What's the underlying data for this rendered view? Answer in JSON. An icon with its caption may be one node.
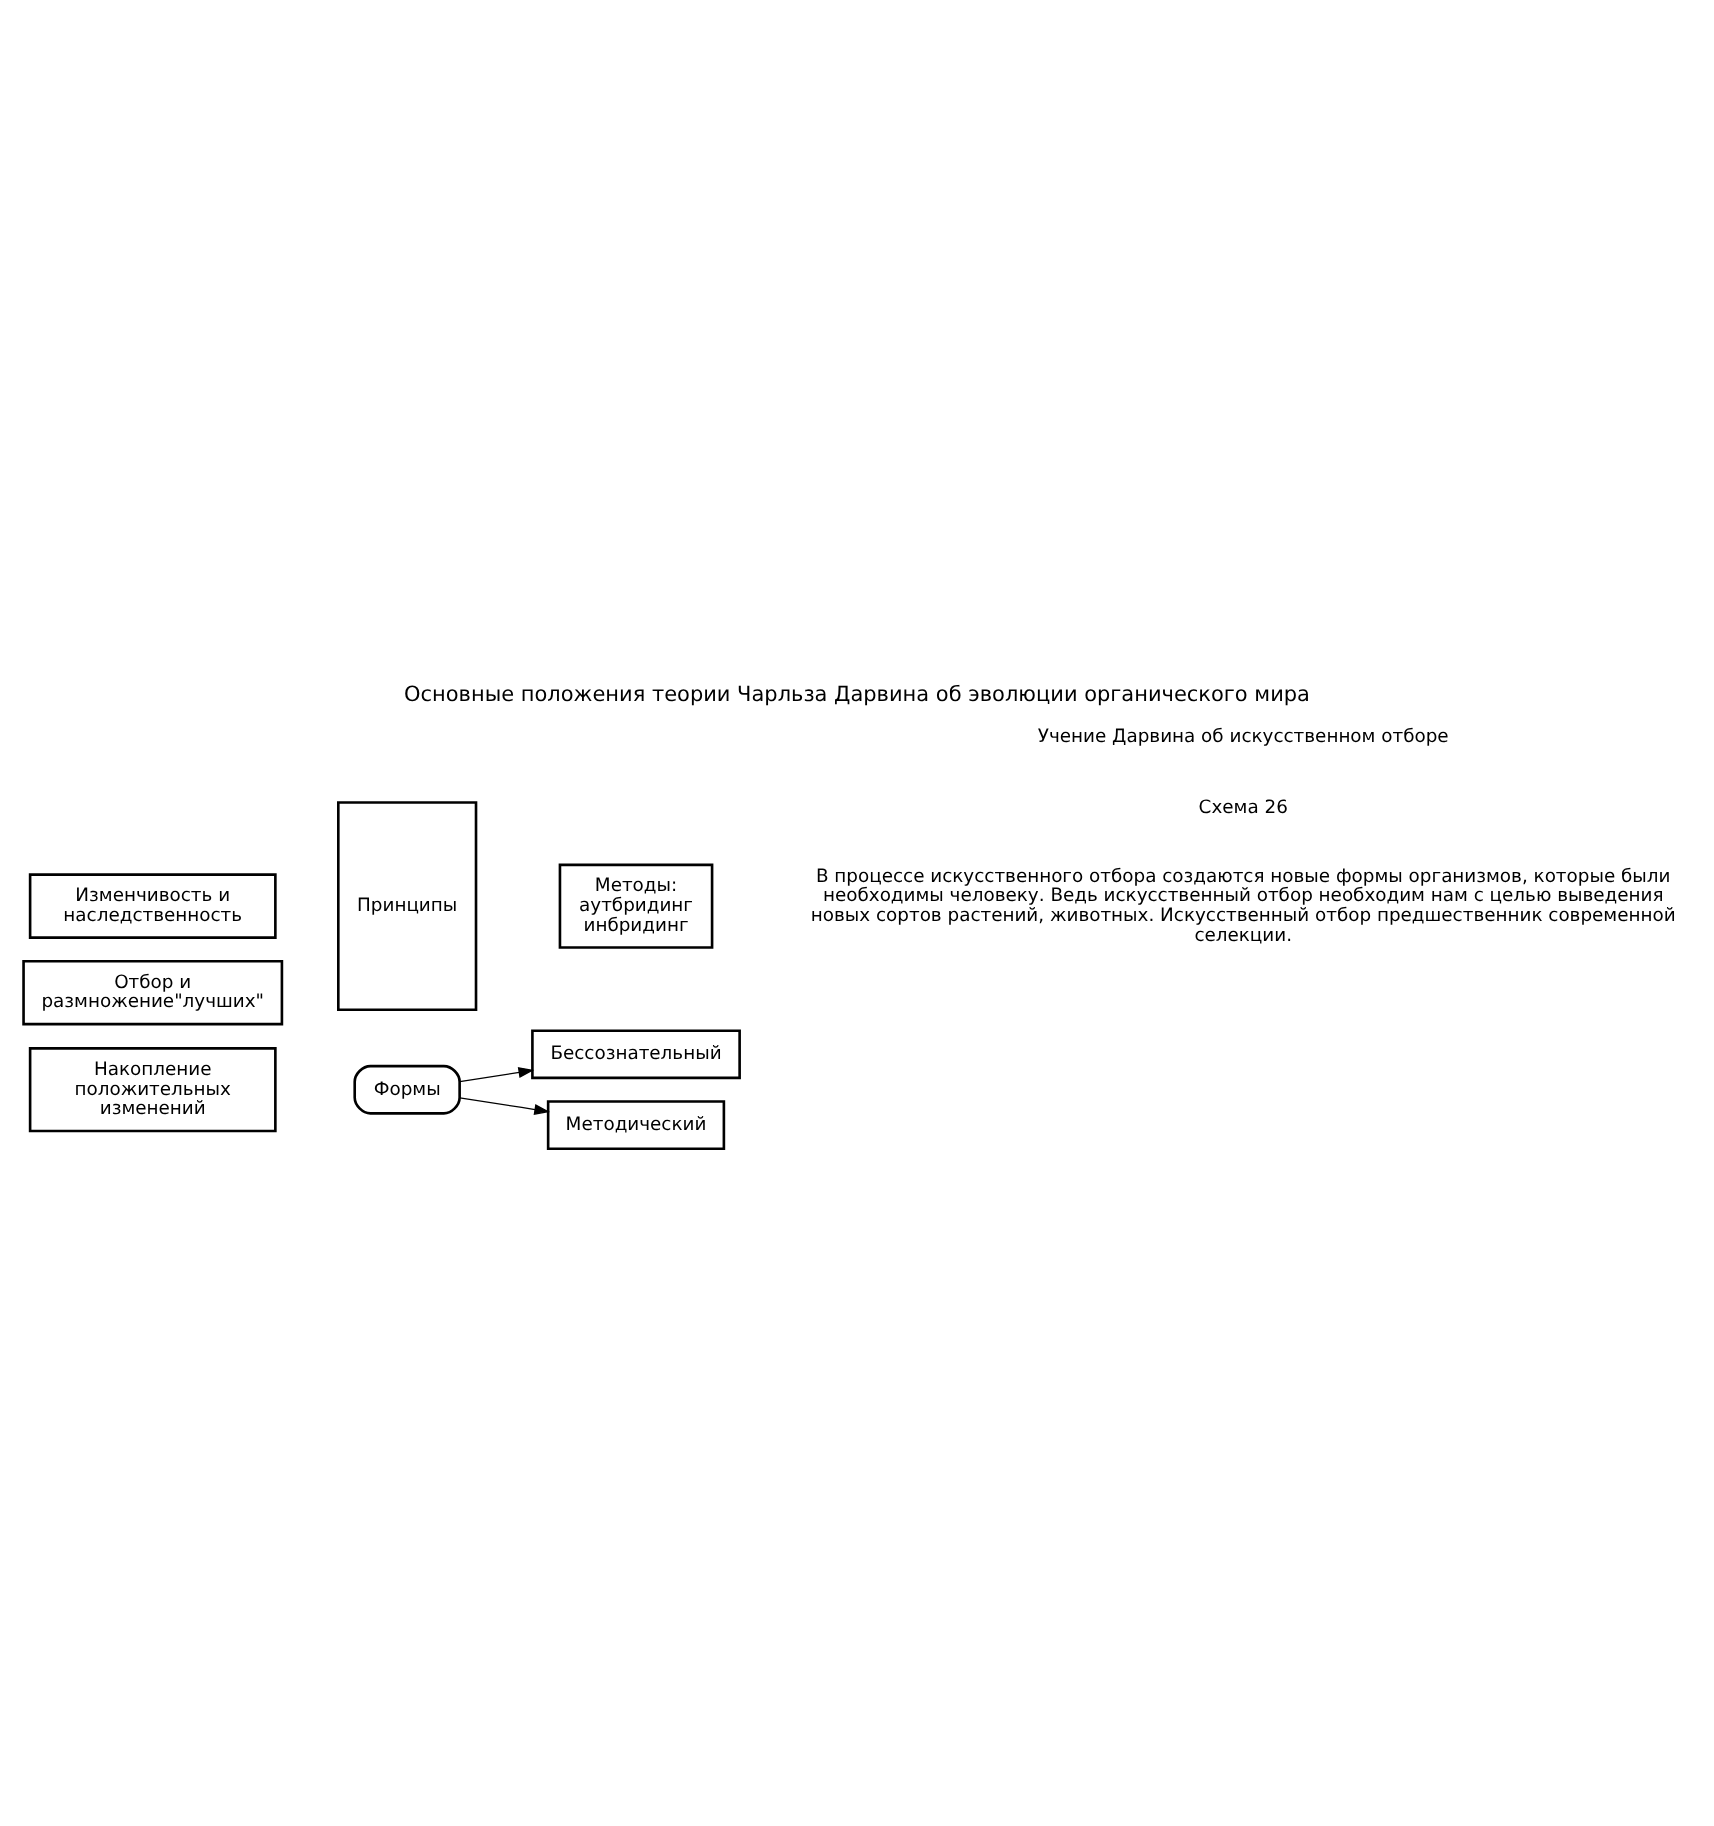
{
  "diagram": {
    "title": "Основные положения теории Чарльза Дарвина об эволюции органического мира",
    "nodes": [
      {
        "text": [
          "Принципы"
        ]
      },
      {
        "text": [
          "Изменчивость и наследственность"
        ]
      },
      {
        "text": [
          "Отбор и размножение\"лучших\""
        ]
      },
      {
        "text": [
          "Накопление положительных изменений"
        ]
      },
      {
        "text": [
          "Бессознательный"
        ]
      },
      {
        "text": [
          "Формы"
        ]
      },
      {
        "text": [
          "Методический"
        ]
      },
      {
        "text": [
          "Методы: аутбридинг инбридинг"
        ]
      }
    ],
    "edges": [
      {
        "from": 5,
        "to": 4,
        "arrow": "to"
      },
      {
        "from": 5,
        "to": 6,
        "arrow": "to"
      }
    ],
    "labels": [
      "Схема 26",
      "Учение Дарвина об искусственном отборе",
      "В процессе искусственного отбора создаются новые формы организмов, которые были необходимы человеку. Ведь искусственный отбор необходим нам с целью выведения новых сортов растений, животных. Искусственный отбор предшественник современной селекции."
    ]
  }
}
